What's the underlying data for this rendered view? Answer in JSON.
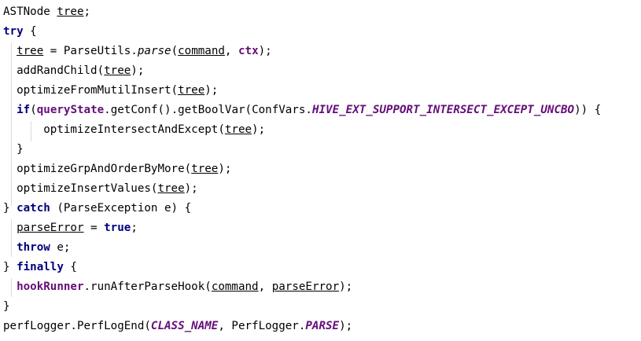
{
  "editor": {
    "lines": [
      [
        {
          "t": "ASTNode ",
          "c": "plain"
        },
        {
          "t": "tree",
          "c": "ul"
        },
        {
          "t": ";",
          "c": "plain"
        }
      ],
      [
        {
          "t": "try",
          "c": "kw"
        },
        {
          "t": " {",
          "c": "plain"
        }
      ],
      [
        {
          "t": "  ",
          "c": "plain"
        },
        {
          "t": "tree",
          "c": "ul"
        },
        {
          "t": " = ParseUtils.",
          "c": "plain"
        },
        {
          "t": "parse",
          "c": "stat-method"
        },
        {
          "t": "(",
          "c": "plain"
        },
        {
          "t": "command",
          "c": "ul"
        },
        {
          "t": ", ",
          "c": "plain"
        },
        {
          "t": "ctx",
          "c": "field"
        },
        {
          "t": ");",
          "c": "plain"
        }
      ],
      [
        {
          "t": "  addRandChild(",
          "c": "plain"
        },
        {
          "t": "tree",
          "c": "ul"
        },
        {
          "t": ");",
          "c": "plain"
        }
      ],
      [
        {
          "t": "  optimizeFromMutilInsert(",
          "c": "plain"
        },
        {
          "t": "tree",
          "c": "ul"
        },
        {
          "t": ");",
          "c": "plain"
        }
      ],
      [
        {
          "t": "  ",
          "c": "plain"
        },
        {
          "t": "if",
          "c": "kw"
        },
        {
          "t": "(",
          "c": "plain"
        },
        {
          "t": "queryState",
          "c": "field"
        },
        {
          "t": ".getConf().getBoolVar(ConfVars.",
          "c": "plain"
        },
        {
          "t": "HIVE_EXT_SUPPORT_INTERSECT_EXCEPT_UNCBO",
          "c": "stat-field"
        },
        {
          "t": ")) {",
          "c": "plain"
        }
      ],
      [
        {
          "t": "      optimizeIntersectAndExcept(",
          "c": "plain"
        },
        {
          "t": "tree",
          "c": "ul"
        },
        {
          "t": ");",
          "c": "plain"
        }
      ],
      [
        {
          "t": "  }",
          "c": "plain"
        }
      ],
      [
        {
          "t": "  optimizeGrpAndOrderByMore(",
          "c": "plain"
        },
        {
          "t": "tree",
          "c": "ul"
        },
        {
          "t": ");",
          "c": "plain"
        }
      ],
      [
        {
          "t": "  optimizeInsertValues(",
          "c": "plain"
        },
        {
          "t": "tree",
          "c": "ul"
        },
        {
          "t": ");",
          "c": "plain"
        }
      ],
      [
        {
          "t": "} ",
          "c": "plain"
        },
        {
          "t": "catch",
          "c": "kw"
        },
        {
          "t": " (ParseException e) {",
          "c": "plain"
        }
      ],
      [
        {
          "t": "  ",
          "c": "plain"
        },
        {
          "t": "parseError",
          "c": "ul"
        },
        {
          "t": " = ",
          "c": "plain"
        },
        {
          "t": "true",
          "c": "kw"
        },
        {
          "t": ";",
          "c": "plain"
        }
      ],
      [
        {
          "t": "  ",
          "c": "plain"
        },
        {
          "t": "throw",
          "c": "kw"
        },
        {
          "t": " e;",
          "c": "plain"
        }
      ],
      [
        {
          "t": "} ",
          "c": "plain"
        },
        {
          "t": "finally",
          "c": "kw"
        },
        {
          "t": " {",
          "c": "plain"
        }
      ],
      [
        {
          "t": "  ",
          "c": "plain"
        },
        {
          "t": "hookRunner",
          "c": "field"
        },
        {
          "t": ".runAfterParseHook(",
          "c": "plain"
        },
        {
          "t": "command",
          "c": "ul"
        },
        {
          "t": ", ",
          "c": "plain"
        },
        {
          "t": "parseError",
          "c": "ul"
        },
        {
          "t": ");",
          "c": "plain"
        }
      ],
      [
        {
          "t": "}",
          "c": "plain"
        }
      ],
      [
        {
          "t": "perfLogger.PerfLogEnd(",
          "c": "plain"
        },
        {
          "t": "CLASS_NAME",
          "c": "stat-field"
        },
        {
          "t": ", PerfLogger.",
          "c": "plain"
        },
        {
          "t": "PARSE",
          "c": "stat-field"
        },
        {
          "t": ");",
          "c": "plain"
        }
      ]
    ],
    "colors": {
      "keyword": "#000080",
      "field": "#660e7a",
      "text": "#000000",
      "indent_guide": "#dcdcdc",
      "background": "#ffffff"
    }
  }
}
